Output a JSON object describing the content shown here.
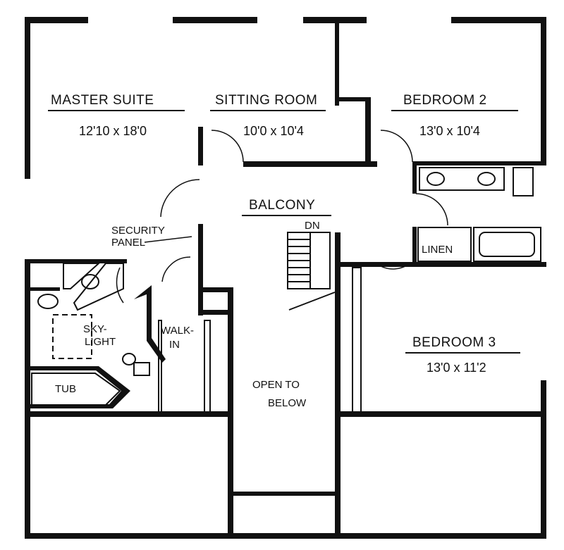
{
  "plan": {
    "rooms": {
      "master_suite": {
        "name": "MASTER SUITE",
        "size": "12'10 x 18'0"
      },
      "sitting_room": {
        "name": "SITTING ROOM",
        "size": "10'0 x 10'4"
      },
      "bedroom_2": {
        "name": "BEDROOM 2",
        "size": "13'0 x 10'4"
      },
      "bedroom_3": {
        "name": "BEDROOM 3",
        "size": "13'0 x 11'2"
      },
      "balcony": {
        "name": "BALCONY"
      }
    },
    "labels": {
      "down": "DN",
      "security_1": "SECURITY",
      "security_2": "PANEL",
      "linen": "LINEN",
      "skylight_1": "SKY-",
      "skylight_2": "LIGHT",
      "walkin_1": "WALK-",
      "walkin_2": "IN",
      "tub": "TUB",
      "open_1": "OPEN TO",
      "open_2": "BELOW"
    }
  }
}
